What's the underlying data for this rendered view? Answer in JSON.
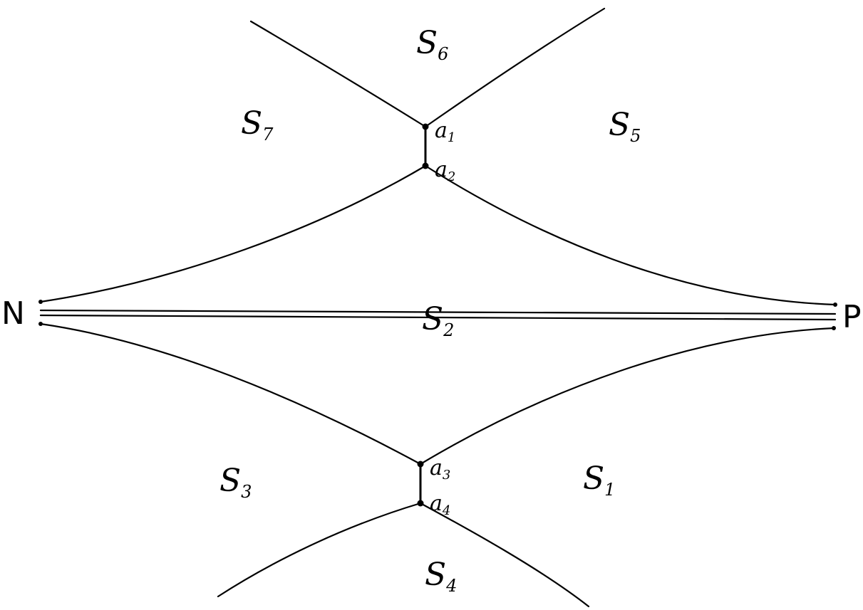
{
  "diagram": {
    "poles": {
      "left": "N",
      "right": "P"
    },
    "regions": [
      {
        "id": "s1",
        "main": "S",
        "sub": "1"
      },
      {
        "id": "s2",
        "main": "S",
        "sub": "2"
      },
      {
        "id": "s3",
        "main": "S",
        "sub": "3"
      },
      {
        "id": "s4",
        "main": "S",
        "sub": "4"
      },
      {
        "id": "s5",
        "main": "S",
        "sub": "5"
      },
      {
        "id": "s6",
        "main": "S",
        "sub": "6"
      },
      {
        "id": "s7",
        "main": "S",
        "sub": "7"
      }
    ],
    "points": [
      {
        "id": "a1",
        "main": "a",
        "sub": "1"
      },
      {
        "id": "a2",
        "main": "a",
        "sub": "2"
      },
      {
        "id": "a3",
        "main": "a",
        "sub": "3"
      },
      {
        "id": "a4",
        "main": "a",
        "sub": "4"
      }
    ],
    "colors": {
      "ink": "#000000",
      "paper": "#ffffff"
    }
  }
}
